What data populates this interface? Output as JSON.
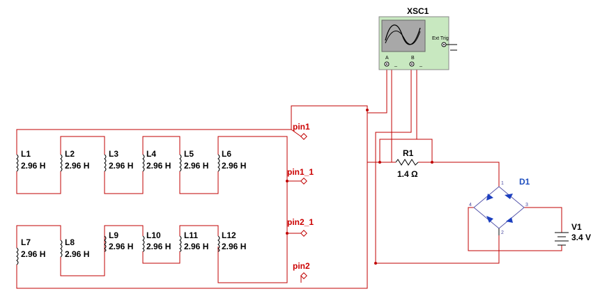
{
  "oscilloscope": {
    "name": "XSC1",
    "ext_trig": "Ext Trig",
    "channel_a": "A",
    "channel_b": "B",
    "minus_a": "_",
    "minus_b": "_"
  },
  "inductors": [
    {
      "name": "L1",
      "value": "2.96 H"
    },
    {
      "name": "L2",
      "value": "2.96 H"
    },
    {
      "name": "L3",
      "value": "2.96 H"
    },
    {
      "name": "L4",
      "value": "2.96 H"
    },
    {
      "name": "L5",
      "value": "2.96 H"
    },
    {
      "name": "L6",
      "value": "2.96 H"
    },
    {
      "name": "L7",
      "value": "2.96 H"
    },
    {
      "name": "L8",
      "value": "2.96 H"
    },
    {
      "name": "L9",
      "value": "2.96 H"
    },
    {
      "name": "L10",
      "value": "2.96 H"
    },
    {
      "name": "L11",
      "value": "2.96 H"
    },
    {
      "name": "L12",
      "value": "2.96 H"
    }
  ],
  "pins": [
    "pin1",
    "pin1_1",
    "pin2_1",
    "pin2"
  ],
  "resistor": {
    "name": "R1",
    "value": "1.4 Ω"
  },
  "diode_bridge": {
    "name": "D1",
    "terminals": [
      "1",
      "2",
      "3",
      "4"
    ]
  },
  "battery": {
    "name": "V1",
    "value": "3.4 V"
  },
  "colors": {
    "wire": "#c00000",
    "pin_label": "#cc0000",
    "scope_body": "#c8e8c0",
    "scope_screen": "#a8a8a8",
    "diode_fill": "#1c3fbf",
    "diode_label": "#1f4fbf"
  }
}
